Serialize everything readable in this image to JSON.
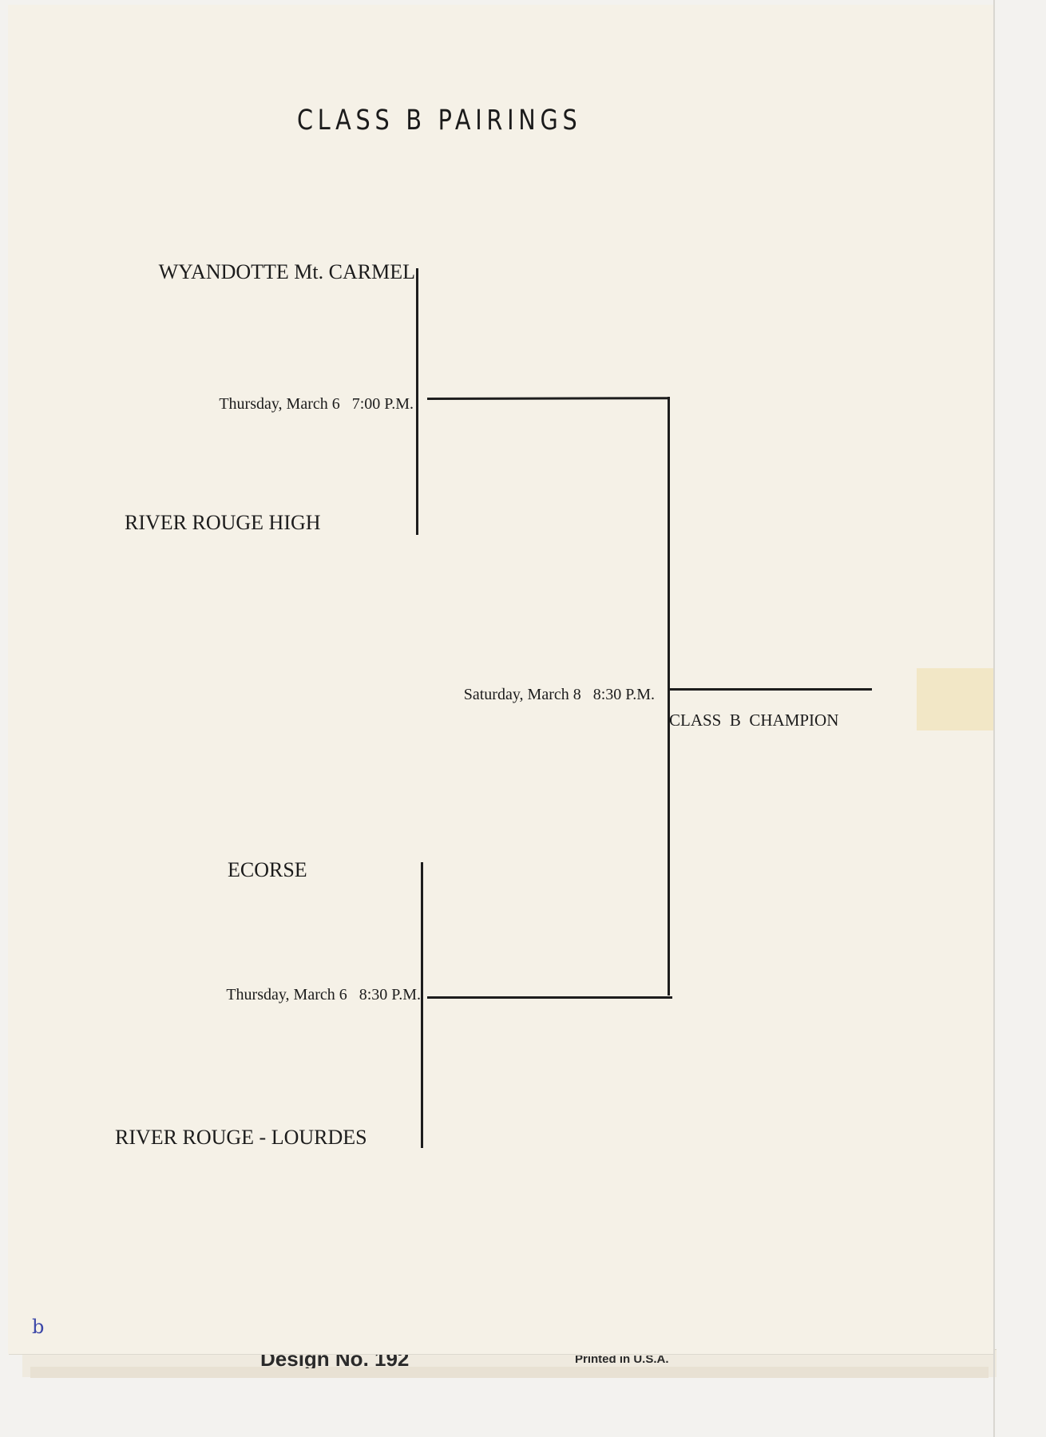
{
  "title": "CLASS B PAIRINGS",
  "bracket": {
    "game1": {
      "team_top": "WYANDOTTE Mt. CARMEL",
      "time": "Thursday, March 6   7:00 P.M.",
      "team_bottom": "RIVER ROUGE HIGH"
    },
    "game2": {
      "team_top": "ECORSE",
      "time": "Thursday, March 6   8:30 P.M.",
      "team_bottom": "RIVER ROUGE - LOURDES"
    },
    "final": {
      "time": "Saturday, March 8   8:30 P.M.",
      "champion_label": "CLASS  B  CHAMPION"
    }
  },
  "footer": {
    "design_no": "Design No. 192",
    "printed": "Printed in U.S.A."
  },
  "handwritten_mark": "b",
  "colors": {
    "paper": "#f5f1e7",
    "ink": "#1c1c1c",
    "pen": "#3c47a8"
  }
}
